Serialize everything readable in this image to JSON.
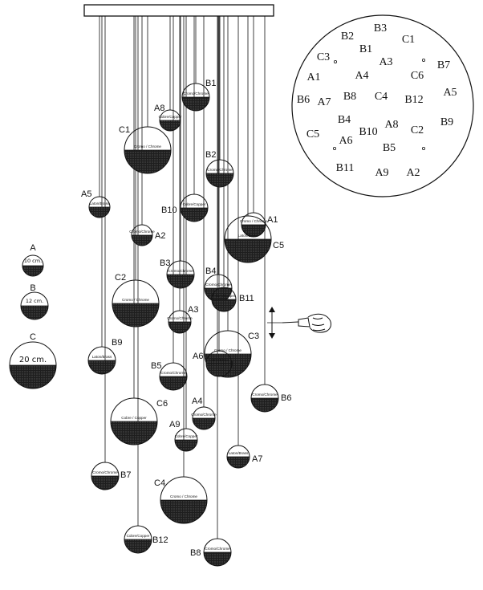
{
  "colors": {
    "ink": "#111111",
    "fill": "#2a2a2a",
    "paper": "#ffffff"
  },
  "legend": [
    {
      "letter": "A",
      "size": "10 cm."
    },
    {
      "letter": "B",
      "size": "12 cm."
    },
    {
      "letter": "C",
      "size": "20 cm."
    }
  ],
  "pendants": [
    {
      "id": "B1",
      "material": "Cromo/Chrome"
    },
    {
      "id": "A8",
      "material": "Cobre/Copper"
    },
    {
      "id": "C1",
      "material": "Cromo / Chrome"
    },
    {
      "id": "B2",
      "material": "Cromo/Chrome"
    },
    {
      "id": "A5",
      "material": "Laton/Brass"
    },
    {
      "id": "B10",
      "material": "Cobre/Copper"
    },
    {
      "id": "A1",
      "material": "Cromo / Chrome"
    },
    {
      "id": "A2",
      "material": "Cromo/Chrome"
    },
    {
      "id": "C5",
      "material": "Laton/Brass"
    },
    {
      "id": "B3",
      "material": "Cromo/Chrome"
    },
    {
      "id": "C2",
      "material": "Cromo / Chrome"
    },
    {
      "id": "B4",
      "material": "Cromo/Chrome"
    },
    {
      "id": "B11",
      "material": "Cobre/Copper"
    },
    {
      "id": "A3",
      "material": "Cromo/Chrome"
    },
    {
      "id": "C3",
      "material": "Cromo / Chrome"
    },
    {
      "id": "A6",
      "material": "Laton/Brass"
    },
    {
      "id": "B9",
      "material": "Laton/Brass"
    },
    {
      "id": "B5",
      "material": "Cromo/Chrome"
    },
    {
      "id": "B6",
      "material": "Cromo/Chrome"
    },
    {
      "id": "C6",
      "material": "Cobre / Copper"
    },
    {
      "id": "A4",
      "material": "Cromo/Chrome"
    },
    {
      "id": "A9",
      "material": "Cobre/Copper"
    },
    {
      "id": "A7",
      "material": "Laton/Brass"
    },
    {
      "id": "B7",
      "material": "Cromo/Chrome"
    },
    {
      "id": "C4",
      "material": "Cromo / Chrome"
    },
    {
      "id": "B12",
      "material": "Cobre/Copper"
    },
    {
      "id": "B8",
      "material": "Cromo/Chrome"
    }
  ],
  "ceiling_plan": [
    "B2",
    "B3",
    "C1",
    "B1",
    "C3",
    "A3",
    "B7",
    "A1",
    "A4",
    "C6",
    "A5",
    "B6",
    "A7",
    "B8",
    "C4",
    "B12",
    "B4",
    "A8",
    "B9",
    "C5",
    "B10",
    "C2",
    "A6",
    "B5",
    "B11",
    "A9",
    "A2"
  ]
}
